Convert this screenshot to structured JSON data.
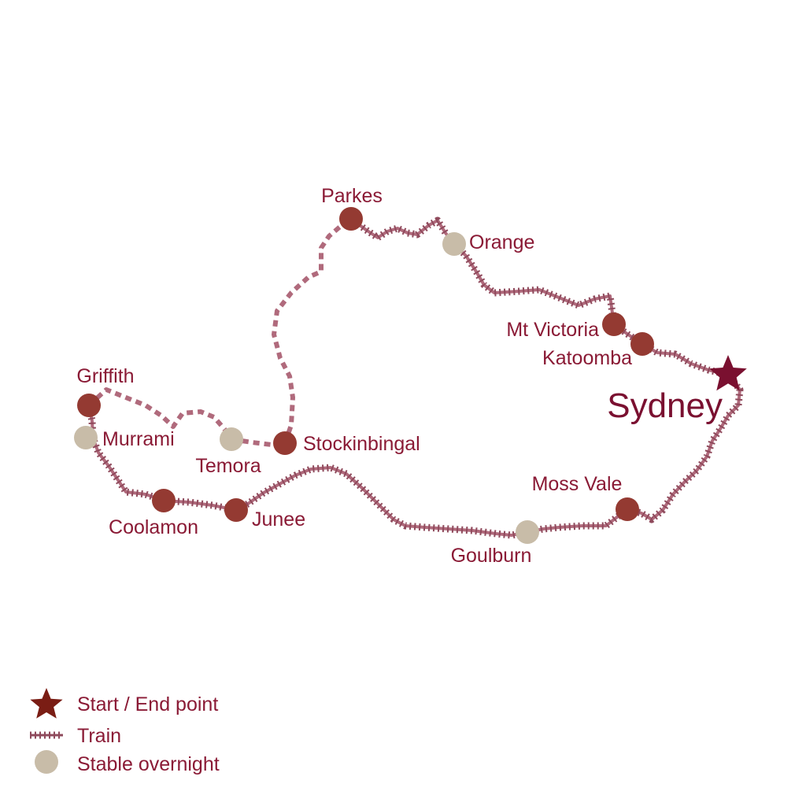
{
  "colors": {
    "track": "#b06a7c",
    "track_tie": "#8f4a5c",
    "stop_dark": "#943a32",
    "stop_stable": "#c8bca8",
    "label": "#8a1a35",
    "star": "#7a1030"
  },
  "stations": {
    "parkes": "Parkes",
    "orange": "Orange",
    "mt_victoria": "Mt Victoria",
    "katoomba": "Katoomba",
    "sydney": "Sydney",
    "griffith": "Griffith",
    "murrami": "Murrami",
    "temora": "Temora",
    "stockinbingal": "Stockinbingal",
    "coolamon": "Coolamon",
    "junee": "Junee",
    "moss_vale": "Moss Vale",
    "goulburn": "Goulburn"
  },
  "legend": {
    "start_end": "Start / End point",
    "train": "Train",
    "stable": "Stable overnight",
    "start_end_icon": "star-icon",
    "train_icon": "railway-track-icon",
    "stable_icon": "circle-icon"
  }
}
